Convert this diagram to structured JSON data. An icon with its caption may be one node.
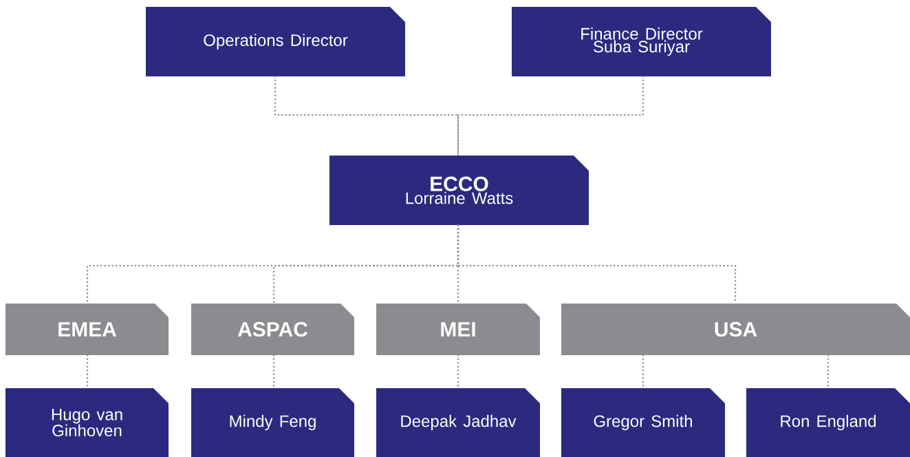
{
  "diagram": {
    "nodes": [
      {
        "text": [
          "Operations Director"
        ]
      },
      {
        "text": [
          "Finance Director",
          "Suba Suriyar"
        ]
      },
      {
        "text": [
          "ECCO",
          "Lorraine Watts"
        ]
      },
      {
        "text": [
          "EMEA"
        ]
      },
      {
        "text": [
          "ASPAC"
        ]
      },
      {
        "text": [
          "MEI"
        ]
      },
      {
        "text": [
          "USA"
        ]
      },
      {
        "text": [
          "Hugo van Ginhoven"
        ]
      },
      {
        "text": [
          "Mindy Feng"
        ]
      },
      {
        "text": [
          "Deepak Jadhav"
        ]
      },
      {
        "text": [
          "Gregor Smith"
        ]
      },
      {
        "text": [
          "Ron England"
        ]
      }
    ],
    "edges": [
      {
        "from": 0,
        "to": 2,
        "arrow": "none"
      },
      {
        "from": 1,
        "to": 2,
        "arrow": "none"
      },
      {
        "from": 2,
        "to": 3,
        "arrow": "none"
      },
      {
        "from": 2,
        "to": 4,
        "arrow": "none"
      },
      {
        "from": 2,
        "to": 5,
        "arrow": "none"
      },
      {
        "from": 2,
        "to": 6,
        "arrow": "none"
      },
      {
        "from": 3,
        "to": 7,
        "arrow": "none"
      },
      {
        "from": 4,
        "to": 8,
        "arrow": "none"
      },
      {
        "from": 5,
        "to": 9,
        "arrow": "none"
      },
      {
        "from": 6,
        "to": 10,
        "arrow": "none"
      },
      {
        "from": 6,
        "to": 11,
        "arrow": "none"
      }
    ]
  }
}
